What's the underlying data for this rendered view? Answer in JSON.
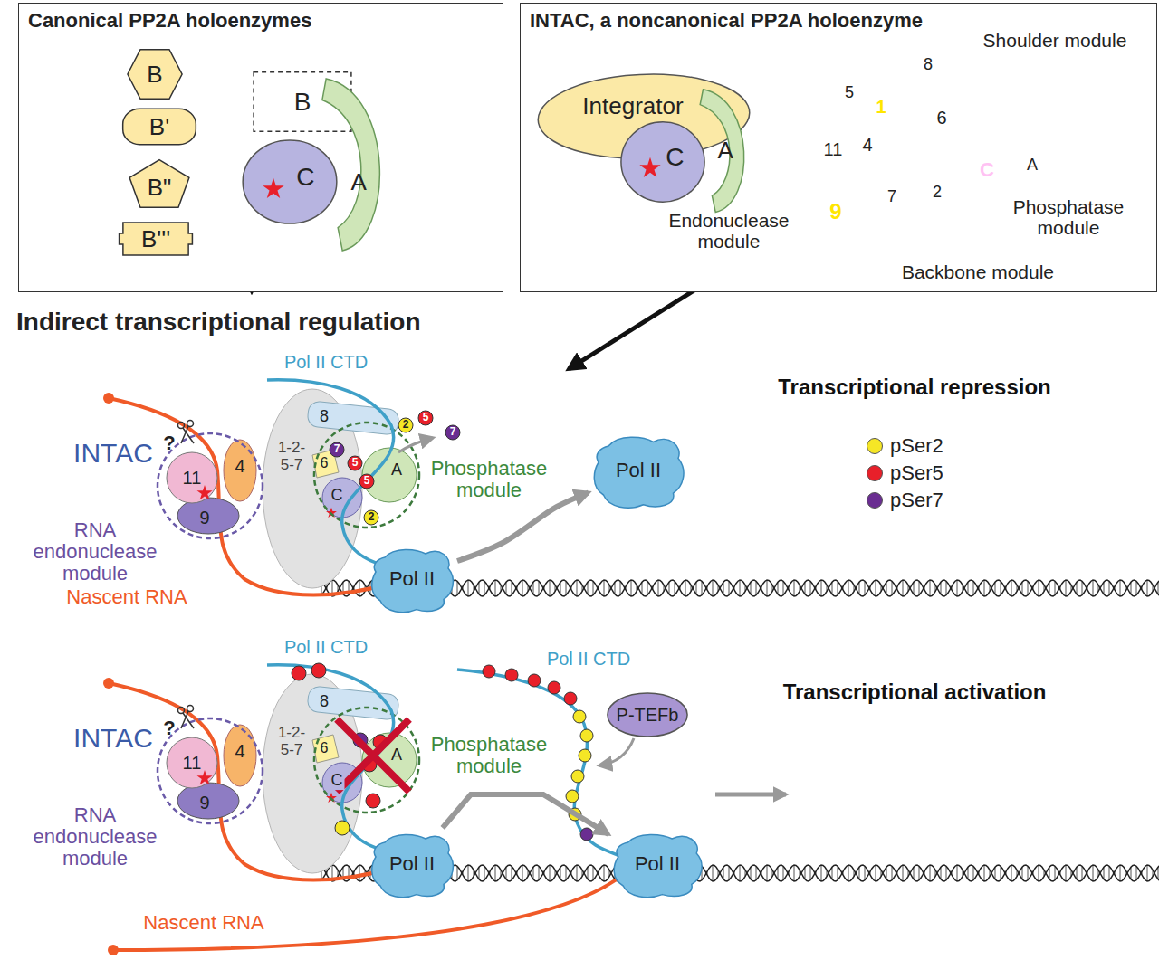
{
  "diagram": {
    "title": "Indirect transcriptional regulation",
    "nodes": [
      {
        "text": [
          "Canonical PP2A holoenzymes"
        ]
      },
      {
        "text": [
          "B"
        ],
        "in": 0
      },
      {
        "text": [
          "B'"
        ],
        "in": 0
      },
      {
        "text": [
          "B\""
        ],
        "in": 0
      },
      {
        "text": [
          "B'''"
        ],
        "in": 0
      },
      {
        "text": [
          "B"
        ],
        "in": 0
      },
      {
        "text": [
          "A"
        ],
        "in": 0
      },
      {
        "text": [
          "C"
        ],
        "in": 0
      },
      {
        "text": [
          "INTAC, a noncanonical PP2A holoenzyme"
        ]
      },
      {
        "text": [
          "Integrator"
        ],
        "in": 8
      },
      {
        "text": [
          "A"
        ],
        "in": 8
      },
      {
        "text": [
          "C"
        ],
        "in": 8
      },
      {
        "text": [
          "Pol II"
        ]
      },
      {
        "text": [
          "Pol II"
        ]
      },
      {
        "text": [
          "Pol II"
        ]
      },
      {
        "text": [
          "P-TEFb"
        ]
      },
      {
        "text": [
          "Pol II"
        ]
      }
    ],
    "edges": [
      {
        "from": 1,
        "to": 5,
        "arrow": "to"
      },
      {
        "from": 2,
        "to": 5,
        "arrow": "to"
      },
      {
        "from": 3,
        "to": 5,
        "arrow": "to"
      },
      {
        "from": 4,
        "to": 5,
        "arrow": "to"
      },
      {
        "from": 12,
        "to": 13,
        "arrow": "to"
      },
      {
        "from": 14,
        "to": 16,
        "arrow": "to"
      }
    ],
    "labels": [
      "Shoulder module",
      "5",
      "8",
      "1",
      "6",
      "11",
      "4",
      "9",
      "C",
      "A",
      "7",
      "2",
      "Endonuclease module",
      "Phosphatase module",
      "Backbone module",
      "Pol II CTD",
      "8",
      "2",
      "5",
      "7",
      "INTAC",
      "4",
      "11",
      "9",
      "?",
      "1-2- 5-7",
      "6",
      "7",
      "5",
      "5",
      "2",
      "C",
      "A",
      "Phosphatase module",
      "RNA endonuclease module",
      "Nascent RNA",
      "Transcriptional repression",
      "Pol II CTD",
      "INTAC",
      "4",
      "11",
      "9",
      "?",
      "1-2- 5-7",
      "8",
      "6",
      "C",
      "A",
      "Phosphatase module",
      "RNA endonuclease module",
      "Nascent RNA",
      "Pol II CTD",
      "Transcriptional activation"
    ],
    "legend": [
      {
        "text": "pSer2",
        "color": "#f5e626"
      },
      {
        "text": "pSer5",
        "color": "#e8202a"
      },
      {
        "text": "pSer7",
        "color": "#6a2d91"
      }
    ]
  }
}
